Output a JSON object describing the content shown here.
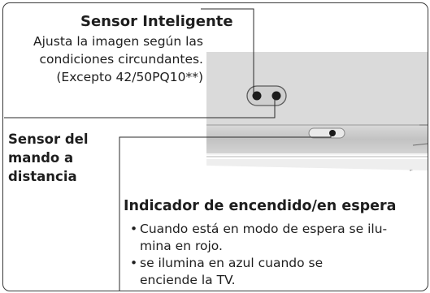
{
  "smart_sensor": {
    "title": "Sensor Inteligente",
    "line1": "Ajusta la imagen según las",
    "line2": "condiciones circundantes.",
    "line3": "(Excepto 42/50PQ10**)"
  },
  "remote_sensor": {
    "line1": "Sensor del",
    "line2": "mando a",
    "line3": "distancia"
  },
  "power_indicator": {
    "title": "Indicador de encendido/en espera",
    "bullet1_line1": "Cuando está en modo de espera se ilu-",
    "bullet1_line2": "mina en rojo.",
    "bullet2_line1": "se ilumina en azul cuando se",
    "bullet2_line2": "enciende la TV."
  },
  "colors": {
    "border": "#3a3a3a",
    "panel_gray": "#d6d6d6",
    "strip_gray": "#c9c9c9",
    "line": "#2a2a2a"
  }
}
